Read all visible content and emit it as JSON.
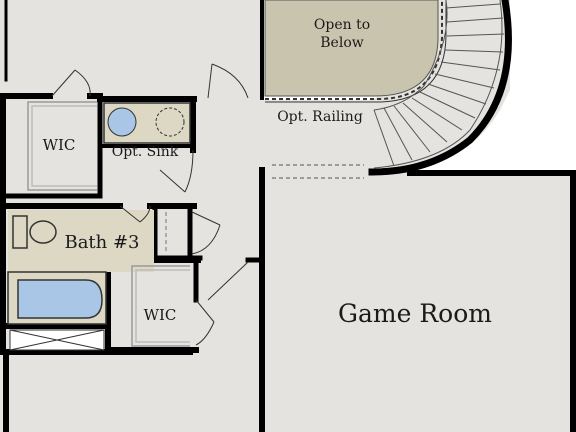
{
  "floorplan": {
    "labels": {
      "open_to_below_line1": "Open to",
      "open_to_below_line2": "Below",
      "opt_railing": "Opt. Railing",
      "wic_upper": "WIC",
      "opt_sink": "Opt. Sink",
      "bath3": "Bath #3",
      "wic_lower": "WIC",
      "game_room": "Game Room"
    },
    "colors": {
      "floor": "#e5e3df",
      "wet_area": "#dcd8c4",
      "open_to_below": "#c9c4ae",
      "wall": "#000000",
      "fixture_blue": "#a9c6e6",
      "background": "#ffffff"
    }
  }
}
